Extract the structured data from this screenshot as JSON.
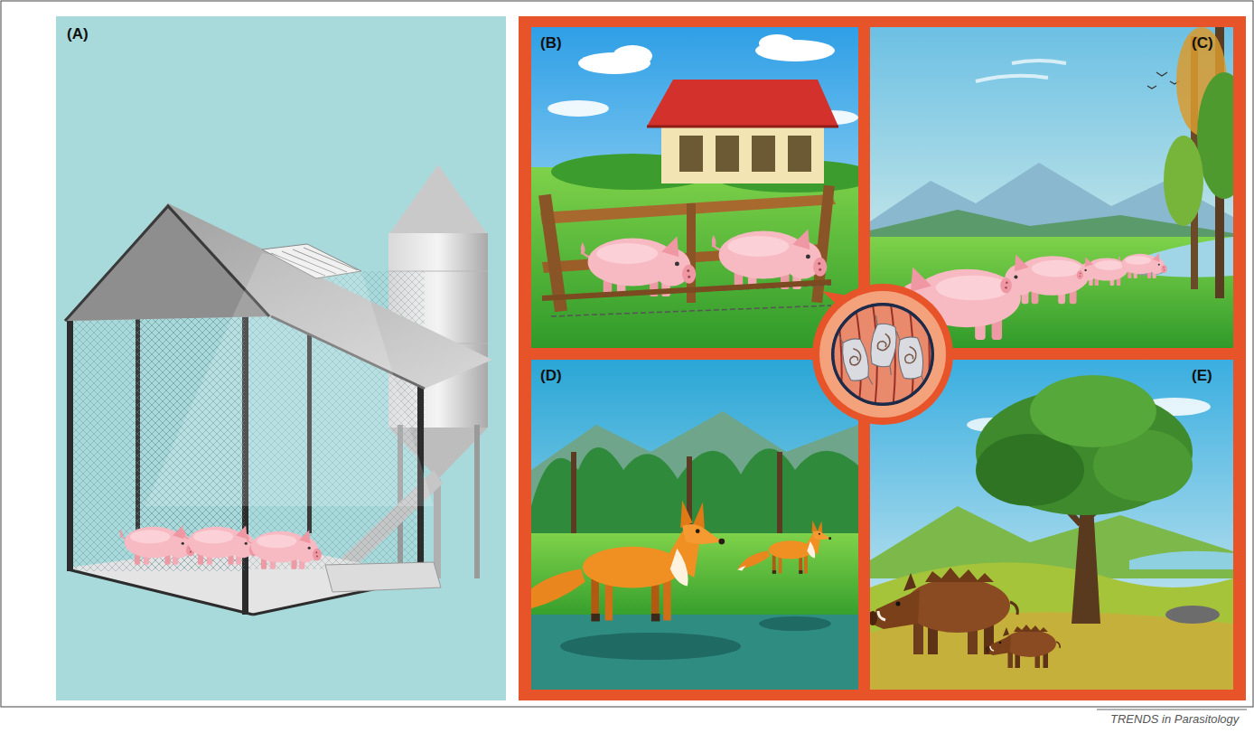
{
  "diagram": {
    "nodes": [
      {
        "text": [
          "(A)"
        ]
      },
      {
        "text": [
          "(B)"
        ]
      },
      {
        "text": [
          "(C)"
        ]
      },
      {
        "text": [
          "(D)"
        ]
      },
      {
        "text": [
          "(E)"
        ]
      }
    ],
    "labels": [
      "TRENDS in Parasitology"
    ]
  }
}
